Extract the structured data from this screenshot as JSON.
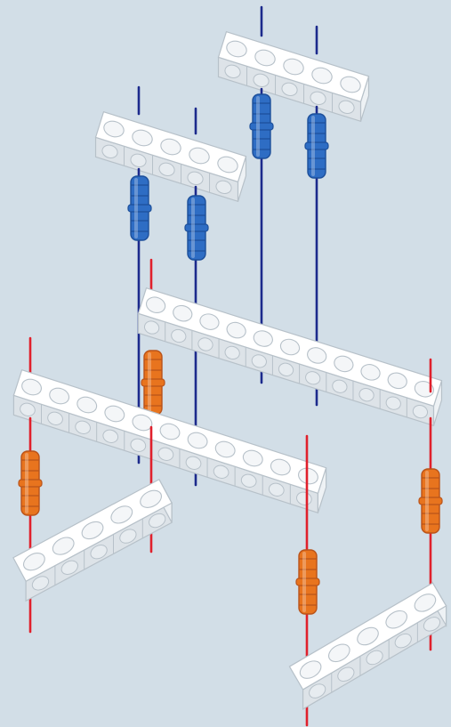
{
  "colors": {
    "background": "#d2dee7",
    "beam_face": "#ffffff",
    "beam_shade": "#dde3e8",
    "beam_edge": "#b7c1c9",
    "axle_blue": "#1c2a8c",
    "axle_red": "#e0202c",
    "connector_blue": "#2e6dc4",
    "connector_orange": "#e8741e"
  },
  "icons": [
    "beam",
    "axle-guide-line",
    "connector-pin"
  ],
  "assembly": {
    "beams": [
      {
        "name": "beam-upper-right",
        "holes": 5
      },
      {
        "name": "beam-upper-left",
        "holes": 5
      },
      {
        "name": "beam-long-back",
        "holes": 11
      },
      {
        "name": "beam-long-front",
        "holes": 11
      },
      {
        "name": "beam-short-left",
        "holes": 5
      },
      {
        "name": "beam-short-right",
        "holes": 5
      }
    ],
    "connectors": [
      {
        "name": "connector-blue-1",
        "color": "blue"
      },
      {
        "name": "connector-blue-2",
        "color": "blue"
      },
      {
        "name": "connector-blue-3",
        "color": "blue"
      },
      {
        "name": "connector-blue-4",
        "color": "blue"
      },
      {
        "name": "connector-orange-1",
        "color": "orange"
      },
      {
        "name": "connector-orange-2",
        "color": "orange"
      },
      {
        "name": "connector-orange-3",
        "color": "orange"
      },
      {
        "name": "connector-orange-4",
        "color": "orange"
      }
    ]
  }
}
